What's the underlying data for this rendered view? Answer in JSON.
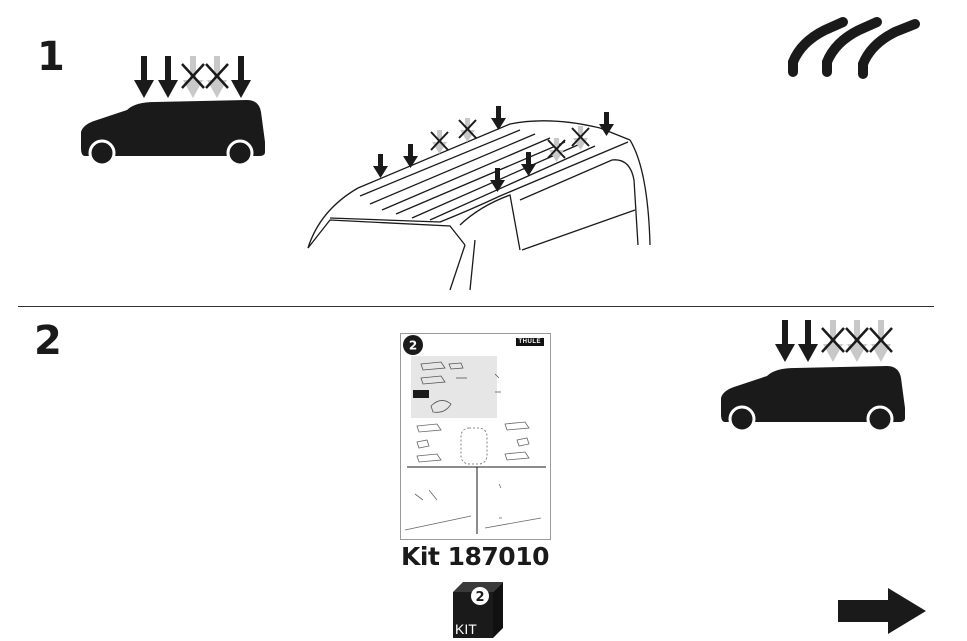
{
  "steps": [
    {
      "number": "1"
    },
    {
      "number": "2"
    }
  ],
  "kit": {
    "label": "Kit 187010",
    "box_number": "2",
    "box_text": "KIT",
    "sheet_number": "2",
    "sheet_brand": "THULE"
  },
  "icons": {
    "car_step1": "car-with-arrows-icon",
    "van": "van-roof-icon",
    "rails": "roof-rails-icon",
    "car_step2": "car-with-arrows-icon",
    "next": "next-arrow-icon"
  },
  "colors": {
    "ink": "#1a1a1a",
    "grey_arrow": "#c8c8c8"
  }
}
